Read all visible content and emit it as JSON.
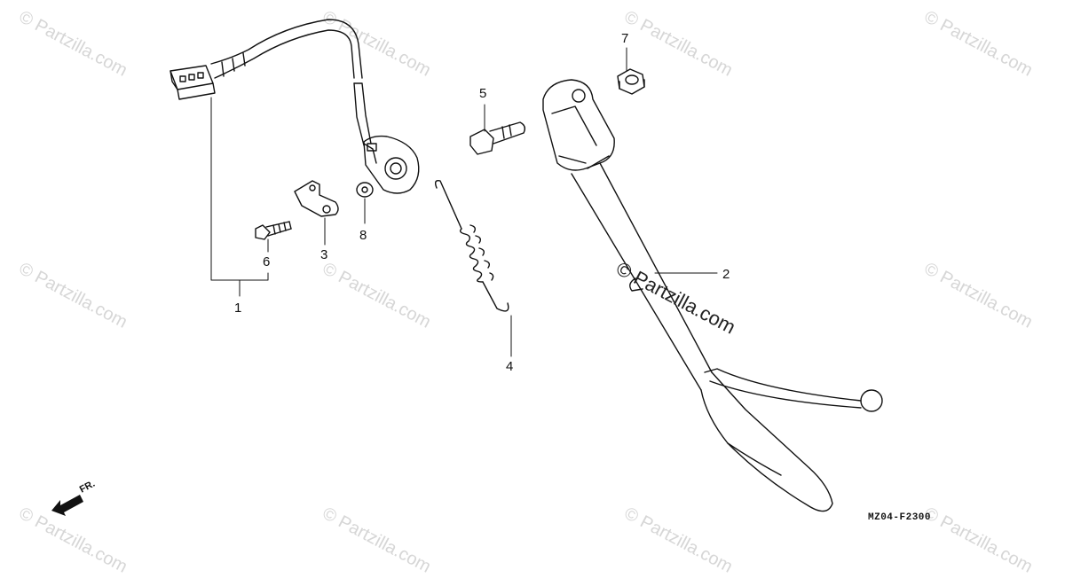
{
  "watermark": {
    "text": "© Partzilla.com",
    "center_text": "© Partzilla.com"
  },
  "callouts": [
    {
      "id": "1",
      "label": "1"
    },
    {
      "id": "2",
      "label": "2"
    },
    {
      "id": "3",
      "label": "3"
    },
    {
      "id": "4",
      "label": "4"
    },
    {
      "id": "5",
      "label": "5"
    },
    {
      "id": "6",
      "label": "6"
    },
    {
      "id": "7",
      "label": "7"
    },
    {
      "id": "8",
      "label": "8"
    }
  ],
  "diagram_code": "MZ04-F2300",
  "direction_label": "FR.",
  "colors": {
    "line": "#111111",
    "watermark": "#d6d6d6",
    "background": "#ffffff"
  },
  "icons": {
    "direction": "arrow-left-down-icon"
  }
}
